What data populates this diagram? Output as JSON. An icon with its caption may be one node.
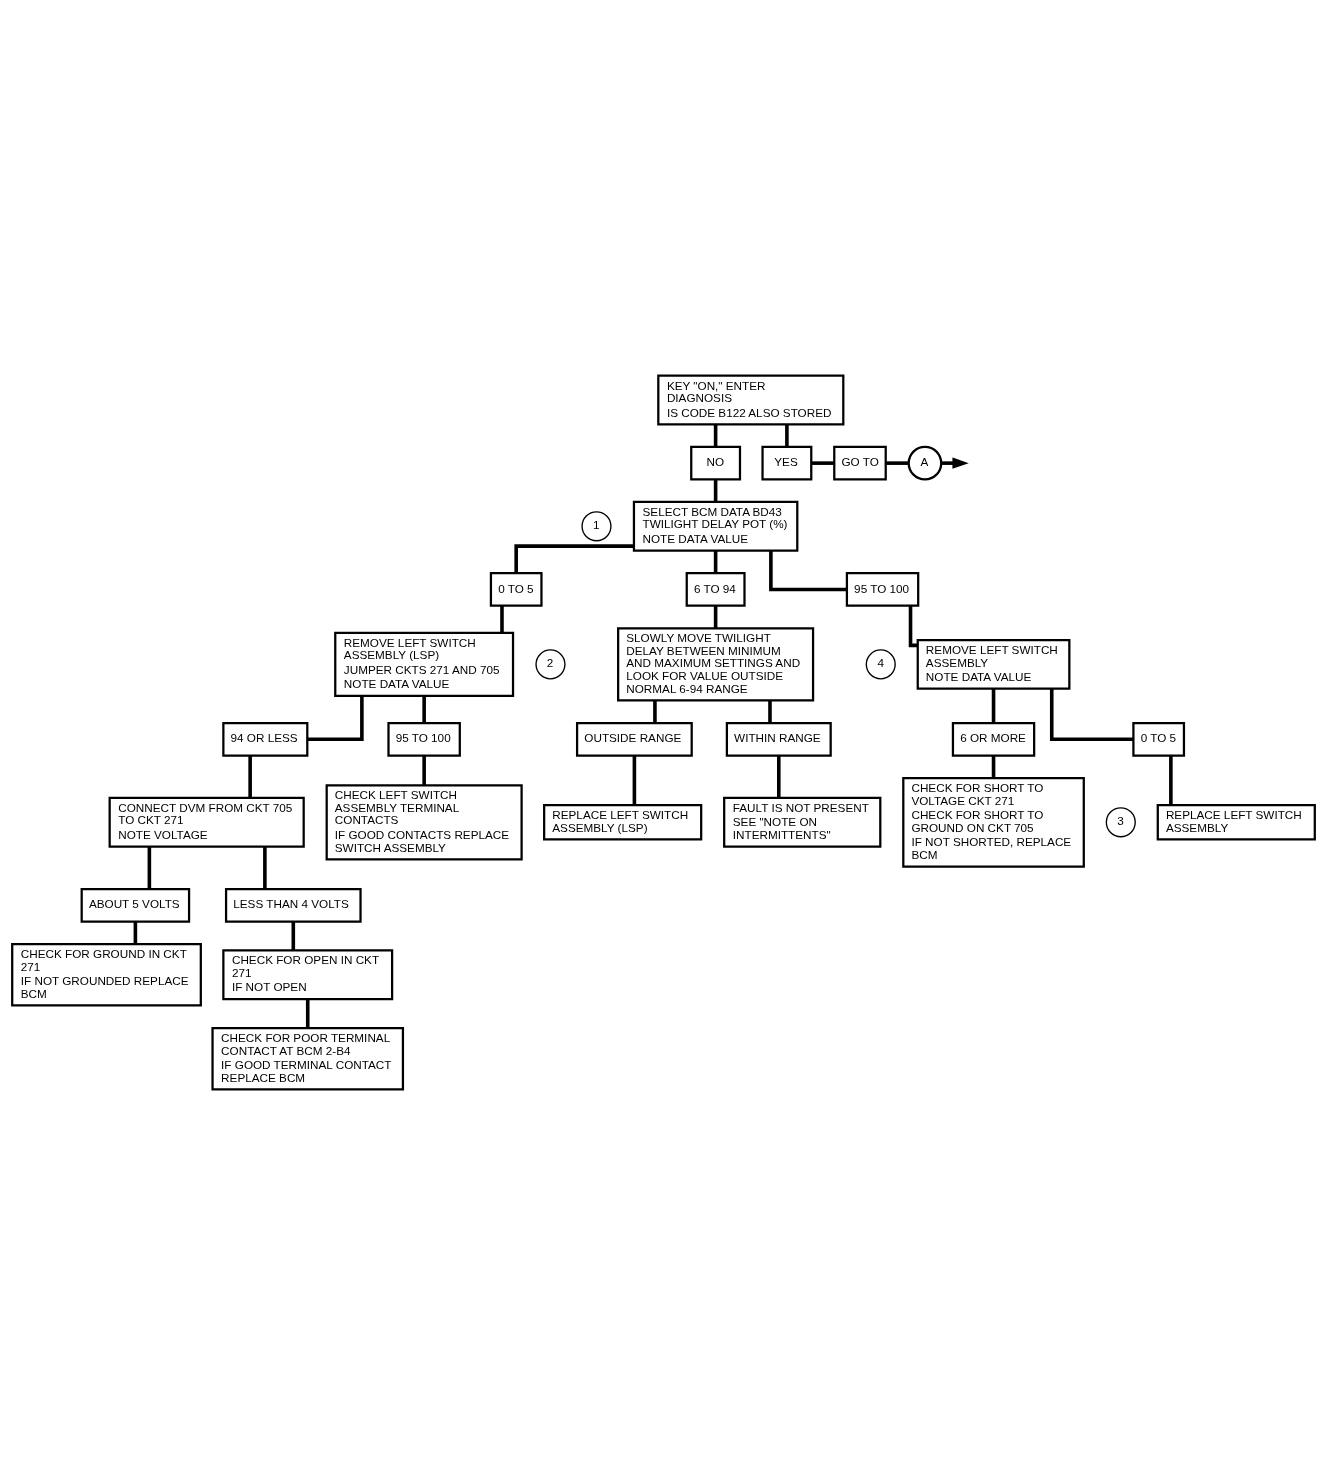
{
  "diagram": {
    "nodes": [
      {
        "text": [
          "KEY \"ON,\" ENTER DIAGNOSIS",
          "IS CODE B122 ALSO STORED"
        ]
      },
      {
        "text": [
          "NO"
        ]
      },
      {
        "text": [
          "YES"
        ]
      },
      {
        "text": [
          "GO TO"
        ]
      },
      {
        "text": [
          "A"
        ]
      },
      {
        "text": [
          "SELECT BCM DATA BD43 TWILIGHT DELAY POT (%)",
          "NOTE DATA VALUE"
        ]
      },
      {
        "text": [
          "0 TO 5"
        ]
      },
      {
        "text": [
          "6 TO 94"
        ]
      },
      {
        "text": [
          "95 TO 100"
        ]
      },
      {
        "text": [
          "REMOVE LEFT SWITCH ASSEMBLY (LSP)",
          "JUMPER CKTS 271 AND 705",
          "NOTE DATA VALUE"
        ]
      },
      {
        "text": [
          "SLOWLY MOVE TWILIGHT DELAY BETWEEN MINIMUM AND MAXIMUM SETTINGS AND LOOK FOR VALUE OUTSIDE NORMAL 6-94 RANGE"
        ]
      },
      {
        "text": [
          "REMOVE LEFT SWITCH ASSEMBLY",
          "NOTE DATA VALUE"
        ]
      },
      {
        "text": [
          "94 OR LESS"
        ]
      },
      {
        "text": [
          "95 TO 100"
        ]
      },
      {
        "text": [
          "OUTSIDE RANGE"
        ]
      },
      {
        "text": [
          "WITHIN RANGE"
        ]
      },
      {
        "text": [
          "CONNECT DVM FROM CKT 705 TO CKT 271",
          "NOTE VOLTAGE"
        ]
      },
      {
        "text": [
          "CHECK LEFT SWITCH ASSEMBLY TERMINAL CONTACTS",
          "IF GOOD CONTACTS REPLACE SWITCH ASSEMBLY"
        ]
      },
      {
        "text": [
          "REPLACE LEFT SWITCH ASSEMBLY (LSP)"
        ]
      },
      {
        "text": [
          "FAULT IS NOT PRESENT",
          "SEE \"NOTE ON INTERMITTENTS\""
        ]
      },
      {
        "text": [
          "ABOUT 5 VOLTS"
        ]
      },
      {
        "text": [
          "LESS THAN 4 VOLTS"
        ]
      },
      {
        "text": [
          "6 OR MORE"
        ]
      },
      {
        "text": [
          "0 TO 5"
        ]
      },
      {
        "text": [
          "CHECK FOR GROUND IN CKT 271",
          "IF NOT GROUNDED REPLACE BCM"
        ]
      },
      {
        "text": [
          "CHECK FOR OPEN IN CKT 271",
          "IF NOT OPEN"
        ]
      },
      {
        "text": [
          "CHECK FOR POOR TERMINAL CONTACT AT BCM 2-B4",
          "IF GOOD TERMINAL CONTACT REPLACE BCM"
        ]
      },
      {
        "text": [
          "CHECK FOR SHORT TO VOLTAGE CKT 271",
          "CHECK FOR SHORT TO GROUND ON CKT 705",
          "IF NOT SHORTED, REPLACE BCM"
        ]
      },
      {
        "text": [
          "REPLACE LEFT SWITCH ASSEMBLY"
        ]
      },
      {
        "text": [
          "1"
        ]
      },
      {
        "text": [
          "2"
        ]
      },
      {
        "text": [
          "3"
        ]
      },
      {
        "text": [
          "4"
        ]
      }
    ],
    "edges": [
      {
        "from": 0,
        "to": 1,
        "arrow": "none"
      },
      {
        "from": 0,
        "to": 2,
        "arrow": "none"
      },
      {
        "from": 1,
        "to": 5,
        "arrow": "none"
      },
      {
        "from": 2,
        "to": 3,
        "arrow": "none"
      },
      {
        "from": 3,
        "to": 4,
        "arrow": "none"
      },
      {
        "from": 4,
        "to": null,
        "arrow": "to"
      },
      {
        "from": 5,
        "to": 6,
        "arrow": "none"
      },
      {
        "from": 5,
        "to": 7,
        "arrow": "none"
      },
      {
        "from": 5,
        "to": 8,
        "arrow": "none"
      },
      {
        "from": 6,
        "to": 9,
        "arrow": "none"
      },
      {
        "from": 7,
        "to": 10,
        "arrow": "none"
      },
      {
        "from": 8,
        "to": 11,
        "arrow": "none"
      },
      {
        "from": 9,
        "to": 12,
        "arrow": "none"
      },
      {
        "from": 9,
        "to": 13,
        "arrow": "none"
      },
      {
        "from": 12,
        "to": 16,
        "arrow": "none"
      },
      {
        "from": 13,
        "to": 17,
        "arrow": "none"
      },
      {
        "from": 10,
        "to": 14,
        "arrow": "none"
      },
      {
        "from": 10,
        "to": 15,
        "arrow": "none"
      },
      {
        "from": 14,
        "to": 18,
        "arrow": "none"
      },
      {
        "from": 15,
        "to": 19,
        "arrow": "none"
      },
      {
        "from": 16,
        "to": 20,
        "arrow": "none"
      },
      {
        "from": 16,
        "to": 21,
        "arrow": "none"
      },
      {
        "from": 20,
        "to": 24,
        "arrow": "none"
      },
      {
        "from": 21,
        "to": 25,
        "arrow": "none"
      },
      {
        "from": 25,
        "to": 26,
        "arrow": "none"
      },
      {
        "from": 11,
        "to": 22,
        "arrow": "none"
      },
      {
        "from": 11,
        "to": 23,
        "arrow": "none"
      },
      {
        "from": 22,
        "to": 27,
        "arrow": "none"
      },
      {
        "from": 23,
        "to": 28,
        "arrow": "none"
      }
    ]
  }
}
